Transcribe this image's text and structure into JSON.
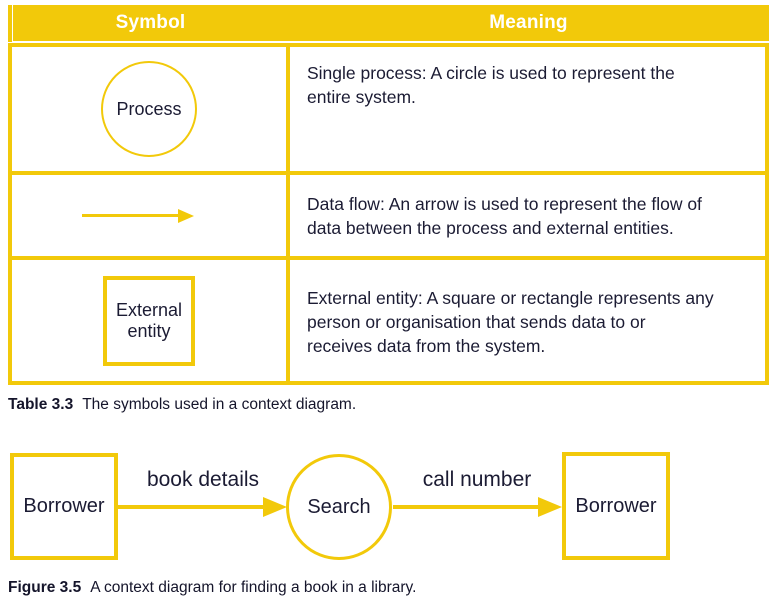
{
  "colors": {
    "accent_yellow": "#F2C90A",
    "header_text": "#FFFFFF",
    "body_text": "#1B1B33"
  },
  "table": {
    "headers": {
      "symbol": "Symbol",
      "meaning": "Meaning"
    },
    "rows": [
      {
        "symbol_label": "Process",
        "symbol_shape": "circle",
        "meaning": "Single process: A circle is used to represent the entire system."
      },
      {
        "symbol_label": "",
        "symbol_shape": "arrow",
        "meaning": "Data flow: An arrow is used to represent the flow of data between the process and external entities."
      },
      {
        "symbol_label": "External entity",
        "symbol_shape": "rectangle",
        "meaning": "External entity: A square or rectangle represents any person or organisation that sends data to or receives data from the system."
      }
    ],
    "caption": {
      "label": "Table 3.3",
      "text": "The symbols used in a context diagram."
    }
  },
  "figure": {
    "source_entity": "Borrower",
    "process": "Search",
    "destination_entity": "Borrower",
    "input_flow": "book details",
    "output_flow": "call number",
    "caption": {
      "label": "Figure 3.5",
      "text": "A context diagram for finding a book in a library."
    }
  }
}
